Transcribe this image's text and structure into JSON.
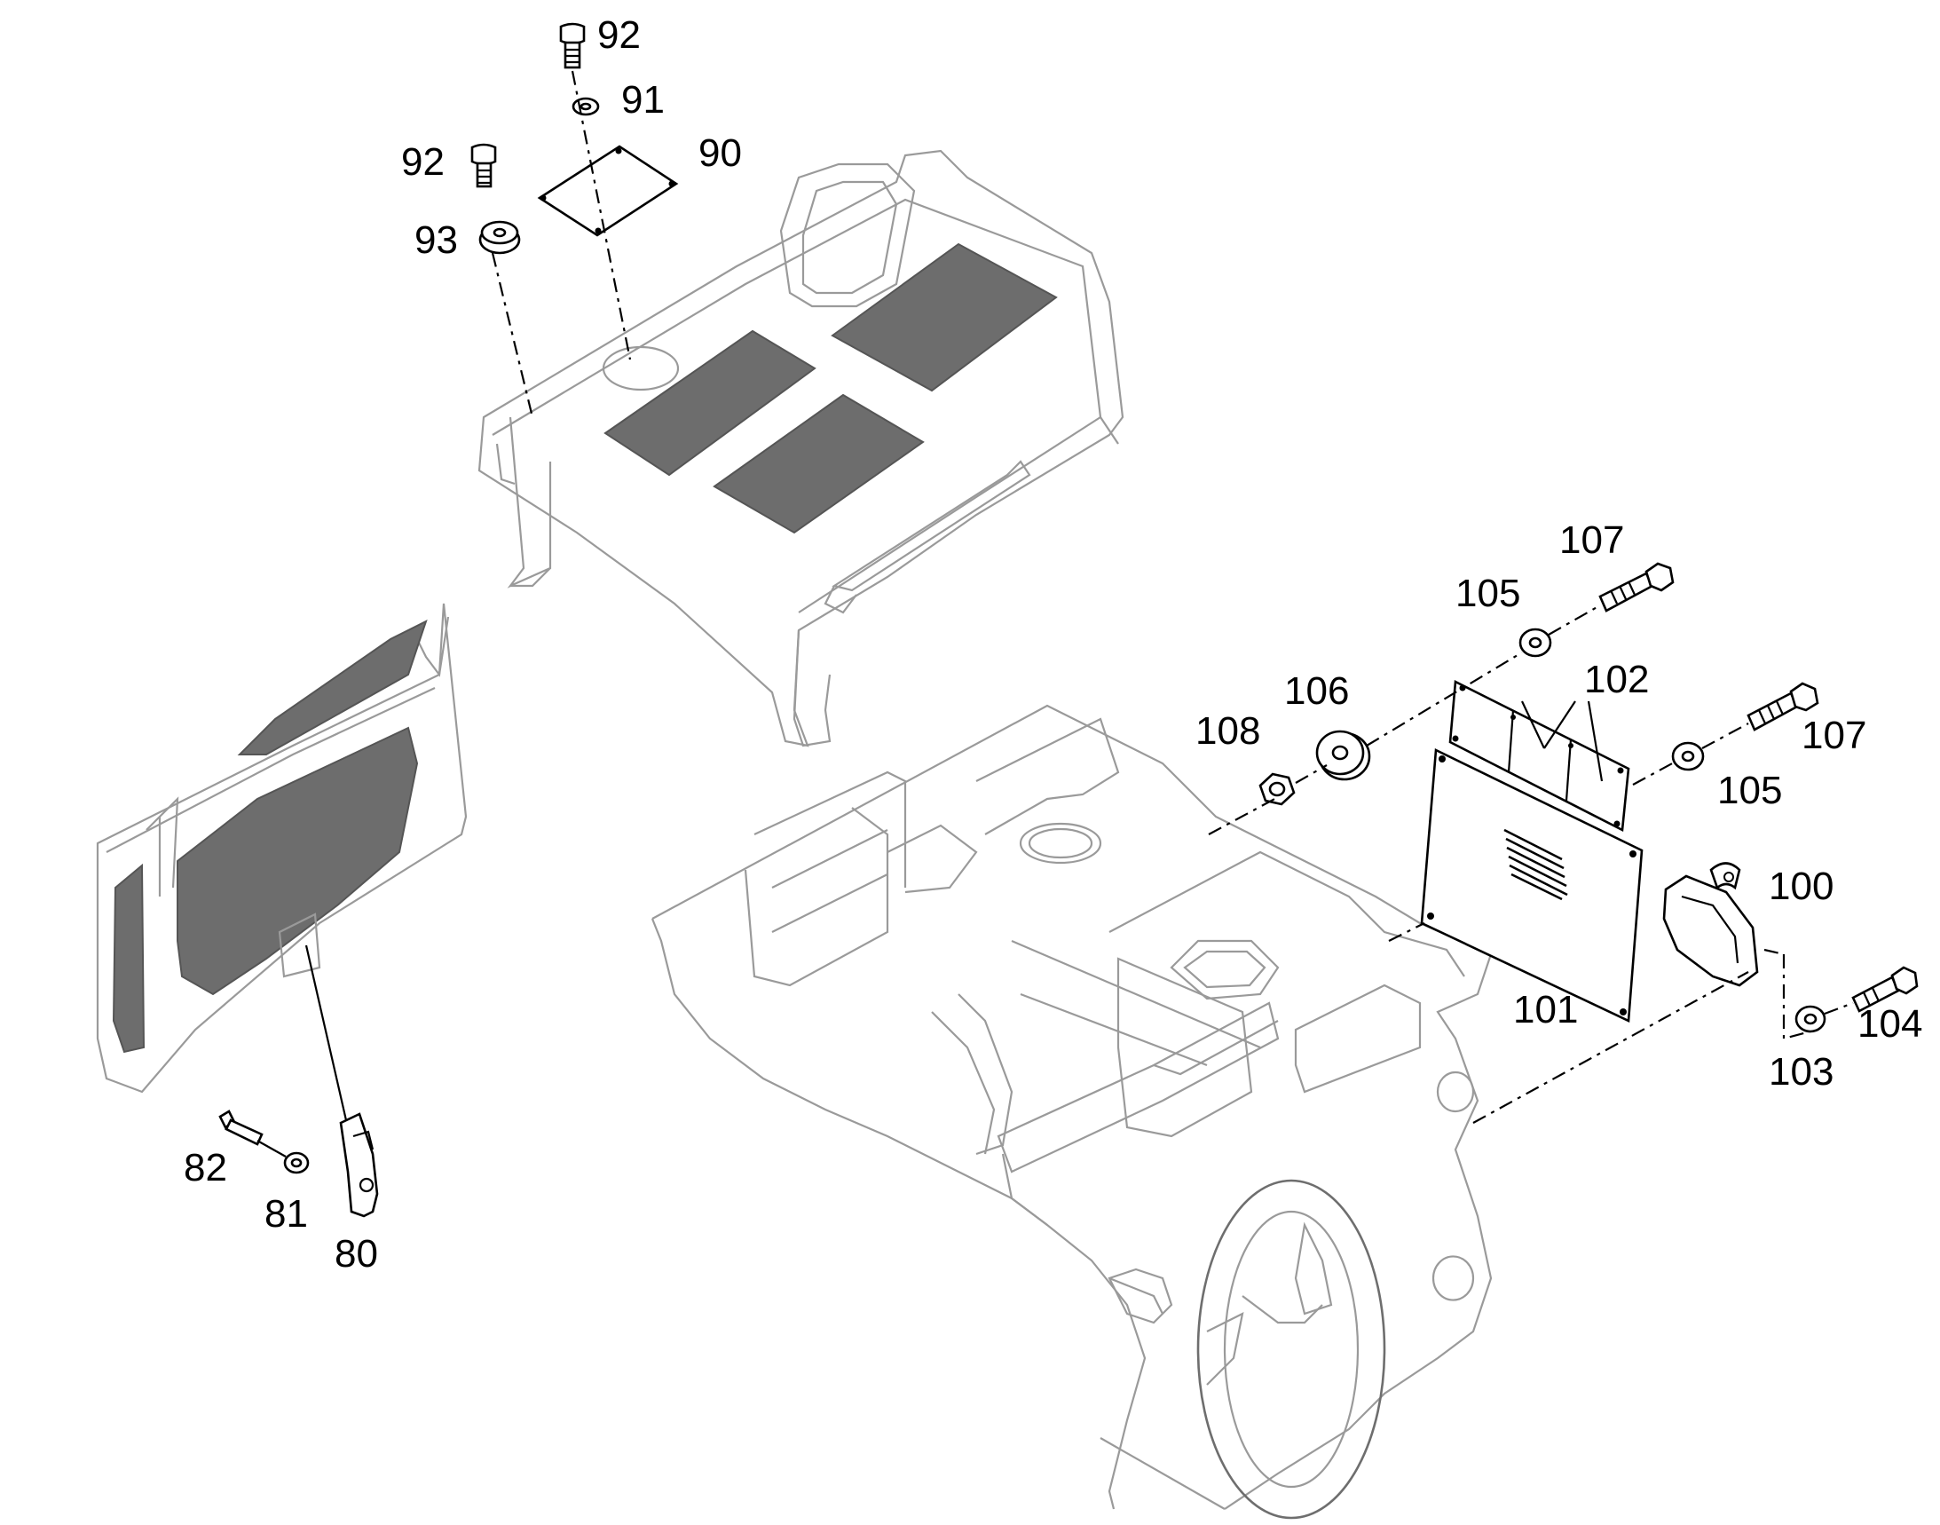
{
  "diagram": {
    "labels": [
      {
        "id": "92",
        "text": "92"
      },
      {
        "id": "91",
        "text": "91"
      },
      {
        "id": "92b",
        "text": "92"
      },
      {
        "id": "90",
        "text": "90"
      },
      {
        "id": "93",
        "text": "93"
      },
      {
        "id": "107",
        "text": "107"
      },
      {
        "id": "105",
        "text": "105"
      },
      {
        "id": "106",
        "text": "106"
      },
      {
        "id": "102",
        "text": "102"
      },
      {
        "id": "108",
        "text": "108"
      },
      {
        "id": "107b",
        "text": "107"
      },
      {
        "id": "105b",
        "text": "105"
      },
      {
        "id": "100",
        "text": "100"
      },
      {
        "id": "101",
        "text": "101"
      },
      {
        "id": "104",
        "text": "104"
      },
      {
        "id": "103",
        "text": "103"
      },
      {
        "id": "82",
        "text": "82"
      },
      {
        "id": "81",
        "text": "81"
      },
      {
        "id": "80",
        "text": "80"
      }
    ]
  },
  "colors": {
    "line": "#000000",
    "faint_line": "#9a9a9a",
    "mesh": "#6d6d6d",
    "background": "#ffffff"
  }
}
